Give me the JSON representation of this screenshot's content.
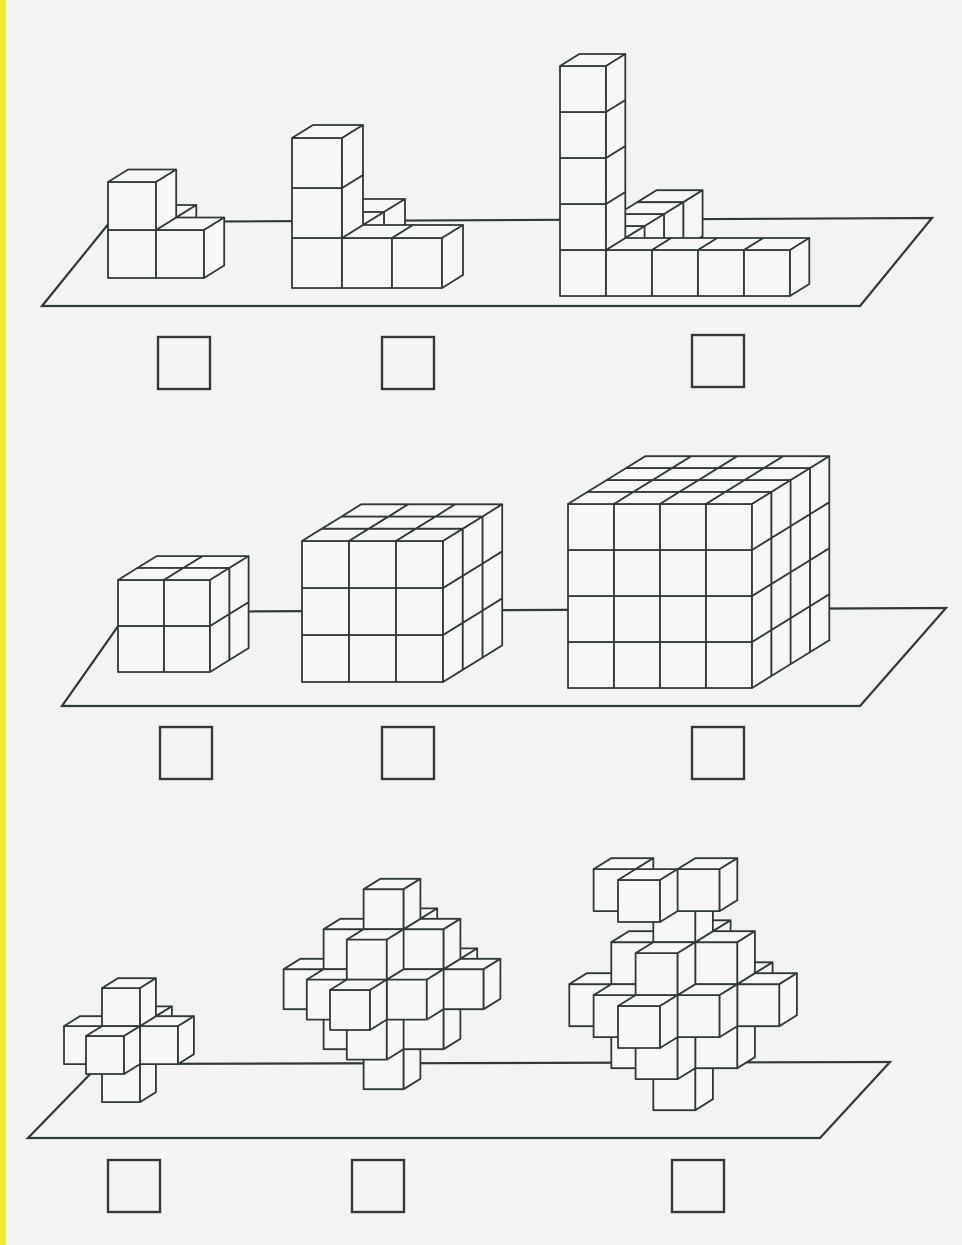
{
  "page": {
    "background": "#f4f3f4",
    "edge_color": "#f3ee1e",
    "line_color": "#2e3a33"
  },
  "rows": [
    {
      "name": "row-1",
      "figures": [
        {
          "name": "corner-shape-small",
          "answer": ""
        },
        {
          "name": "corner-shape-medium",
          "answer": ""
        },
        {
          "name": "corner-shape-large",
          "answer": ""
        }
      ]
    },
    {
      "name": "row-2",
      "figures": [
        {
          "name": "cube-2x2x2",
          "answer": ""
        },
        {
          "name": "cube-3x3x3",
          "answer": ""
        },
        {
          "name": "cube-4x4x4",
          "answer": ""
        }
      ]
    },
    {
      "name": "row-3",
      "figures": [
        {
          "name": "cross-shape-small",
          "answer": ""
        },
        {
          "name": "cross-shape-medium",
          "answer": ""
        },
        {
          "name": "cross-shape-large",
          "answer": ""
        }
      ]
    }
  ]
}
